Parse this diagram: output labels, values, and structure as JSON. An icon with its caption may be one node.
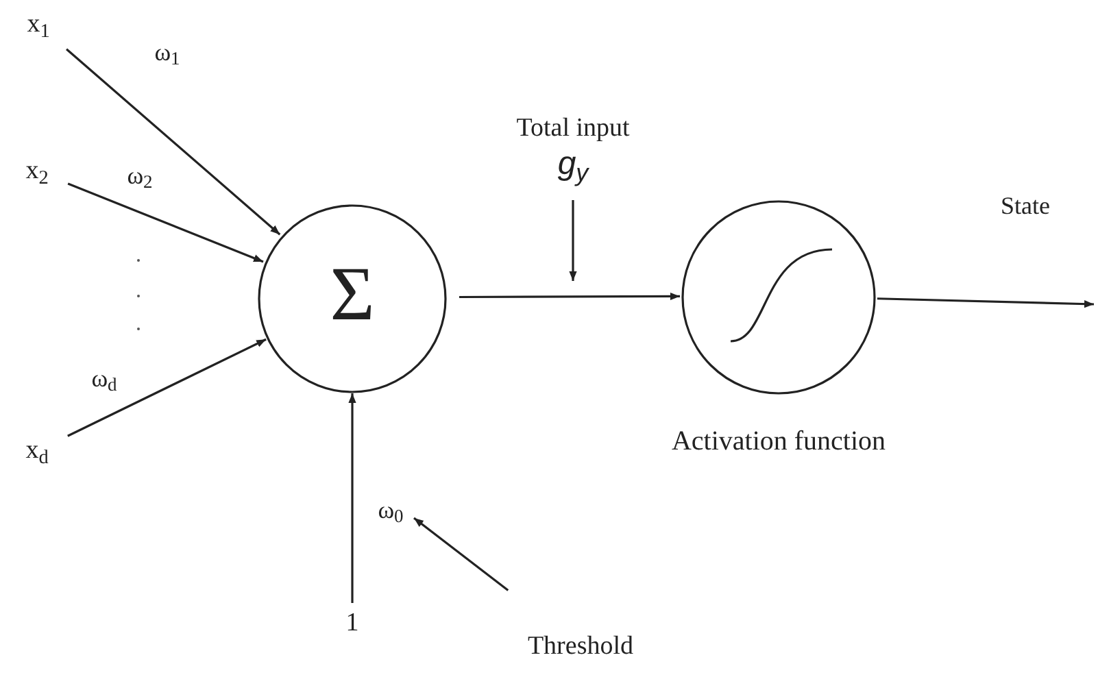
{
  "diagram": {
    "nodes": [
      {
        "text": [
          "x$_{1}$"
        ]
      },
      {
        "text": [
          "x$_{2}$"
        ]
      },
      {
        "text": [
          "x$_{d}$"
        ]
      },
      {
        "text": [
          "Σ"
        ]
      },
      {
        "text": [
          "1"
        ]
      },
      {
        "text": [
          "Activation function"
        ]
      },
      {
        "text": [
          "Threshold"
        ]
      },
      {
        "text": [
          "Total input",
          "g$_{y}$"
        ]
      }
    ],
    "edges": [
      {
        "from": 0,
        "to": 3,
        "arrow": "to",
        "label": "ω$_{1}$"
      },
      {
        "from": 1,
        "to": 3,
        "arrow": "to",
        "label": "ω$_{2}$"
      },
      {
        "from": 2,
        "to": 3,
        "arrow": "to",
        "label": "ω$_{d}$"
      },
      {
        "from": 4,
        "to": 3,
        "arrow": "to",
        "label": "ω$_{0}$"
      },
      {
        "from": 3,
        "to": 5,
        "arrow": "to"
      },
      {
        "from": 5,
        "to": null,
        "arrow": "to",
        "label": "State"
      },
      {
        "from": 7,
        "to": null,
        "arrow": "to"
      },
      {
        "from": 6,
        "to": null,
        "arrow": "to"
      }
    ]
  }
}
